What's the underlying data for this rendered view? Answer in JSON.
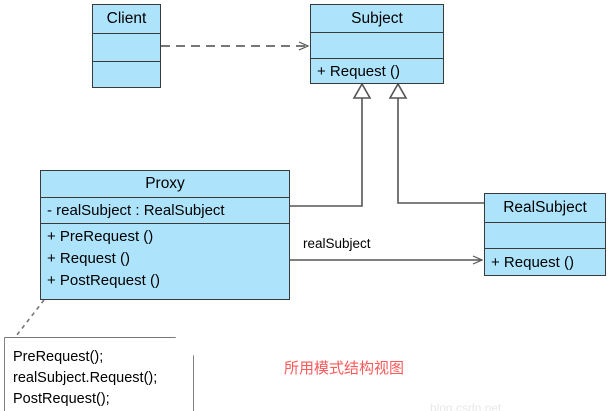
{
  "diagram": {
    "caption": "所用模式结构视图",
    "watermark": "blog.csdn.net",
    "classes": {
      "client": {
        "name": "Client",
        "attributes": [],
        "operations": []
      },
      "subject": {
        "name": "Subject",
        "attributes": [],
        "operations": [
          "+ Request ()"
        ]
      },
      "proxy": {
        "name": "Proxy",
        "attributes": [
          "- realSubject : RealSubject"
        ],
        "operations": [
          "+ PreRequest ()",
          "+ Request ()",
          "+ PostRequest ()"
        ]
      },
      "realsubject": {
        "name": "RealSubject",
        "attributes": [],
        "operations": [
          "+ Request ()"
        ]
      }
    },
    "edges": {
      "client_to_subject": {
        "label": "",
        "kind": "dependency-dashed-open-arrow"
      },
      "proxy_to_subject": {
        "label": "",
        "kind": "generalization-hollow-triangle"
      },
      "realsubject_to_subject": {
        "label": "",
        "kind": "generalization-hollow-triangle"
      },
      "proxy_to_realsubject": {
        "label": "realSubject",
        "kind": "association-open-arrow"
      },
      "proxy_to_note": {
        "label": "",
        "kind": "note-anchor-dashed"
      }
    },
    "note": {
      "lines": [
        "PreRequest();",
        "realSubject.Request();",
        "PostRequest();"
      ]
    },
    "colors": {
      "class_fill": "#ade4fc",
      "class_stroke": "#3a3a3a",
      "line": "#555555",
      "caption": "#fa5a5a",
      "note_fill": "#ffffff"
    }
  }
}
